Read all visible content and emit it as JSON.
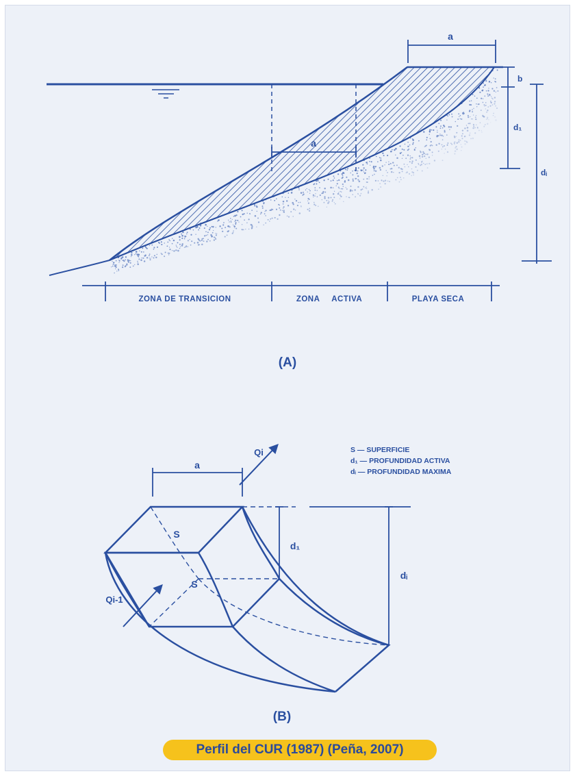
{
  "figure_a": {
    "zones": [
      "ZONA DE TRANSICION",
      "ZONA ACTIVA",
      "PLAYA SECA"
    ],
    "dim_top": "a",
    "dim_mid": "a",
    "dim_b": "b",
    "dim_d1": "d₁",
    "dim_di": "dᵢ",
    "label": "(A)"
  },
  "figure_b": {
    "flow_out": "Qi",
    "flow_in": "Qi-1",
    "dim_a": "a",
    "surface_top": "S",
    "surface_front": "S",
    "dim_d1": "d₁",
    "dim_di": "dᵢ",
    "legend": [
      "S — SUPERFICIE",
      "d₁ — PROFUNDIDAD ACTIVA",
      "dᵢ — PROFUNDIDAD MAXIMA"
    ],
    "label": "(B)"
  },
  "caption": "Perfil del CUR (1987) (Peña, 2007)",
  "colors": {
    "line": "#2a4fa0",
    "sand": "#5f7ec0",
    "background": "#edf1f8",
    "caption_bg": "#f6c21c",
    "caption_text": "#2b4a9a"
  }
}
